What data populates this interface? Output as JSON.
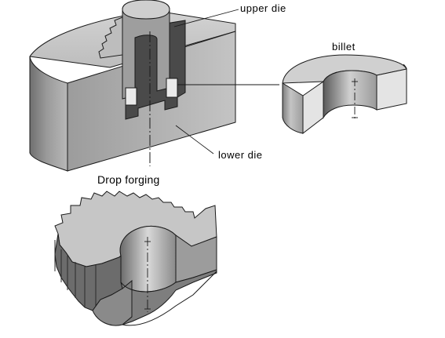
{
  "labels": {
    "upper_die": "upper die",
    "billet": "billet",
    "lower_die": "lower die",
    "drop_forging": "Drop forging"
  },
  "colors": {
    "outline": "#1a1a1a",
    "die_top": "#c9c9c9",
    "die_front": "#8f8f8f",
    "die_side": "#7a7a7a",
    "cut_face": "#a9a9a9",
    "light_face": "#e2e2e2",
    "dark_face": "#5e5e5e"
  }
}
